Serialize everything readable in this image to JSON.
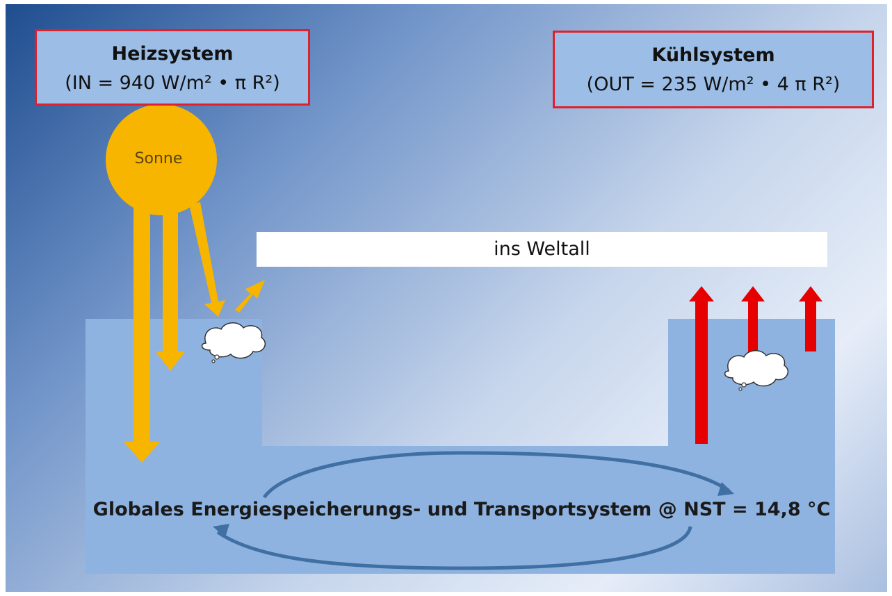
{
  "heating_system": {
    "title": "Heizsystem",
    "formula": "(IN = 940 W/m² • π R²)"
  },
  "cooling_system": {
    "title": "Kühlsystem",
    "formula": "(OUT = 235 W/m² • 4 π R²)"
  },
  "sun": {
    "label": "Sonne"
  },
  "space_bar": {
    "label": "ins Weltall"
  },
  "storage": {
    "label": "Globales Energiespeicherungs- und Transportsystem @ NST = 14,8 °C"
  },
  "colors": {
    "sun": "#f7b500",
    "heat_arrow": "#f7b500",
    "cool_arrow": "#e60000",
    "storage_body": "#8fb3e0",
    "box_border": "#e0202a",
    "loop": "#3f6fa3"
  }
}
